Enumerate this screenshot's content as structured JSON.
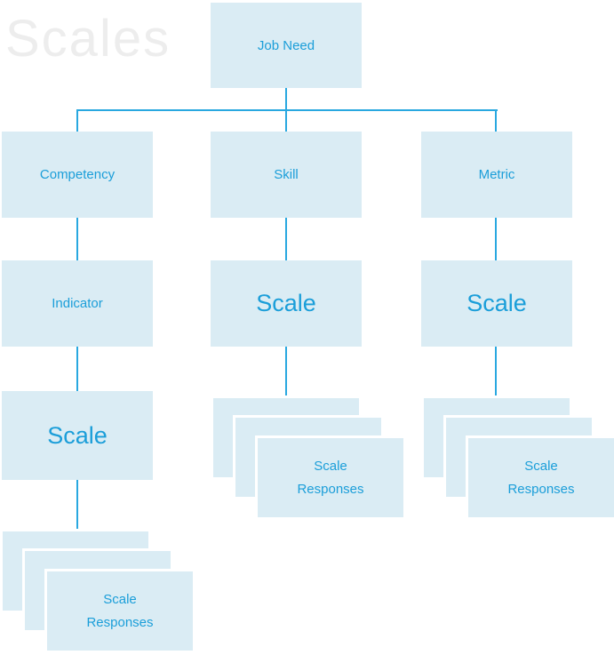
{
  "watermark": "Scales",
  "palette": {
    "box_fill": "#daecf4",
    "text": "#1b9ed9",
    "connector": "#29a8e0",
    "watermark": "#ededed"
  },
  "diagram": {
    "root": {
      "label": "Job Need"
    },
    "columns": [
      {
        "name": "competency",
        "nodes": [
          {
            "label": "Competency"
          },
          {
            "label": "Indicator"
          },
          {
            "label": "Scale",
            "emphasis": true
          }
        ],
        "stack_label": "Scale Responses"
      },
      {
        "name": "skill",
        "nodes": [
          {
            "label": "Skill"
          },
          {
            "label": "Scale",
            "emphasis": true
          }
        ],
        "stack_label": "Scale Responses"
      },
      {
        "name": "metric",
        "nodes": [
          {
            "label": "Metric"
          },
          {
            "label": "Scale",
            "emphasis": true
          }
        ],
        "stack_label": "Scale Responses"
      }
    ]
  }
}
